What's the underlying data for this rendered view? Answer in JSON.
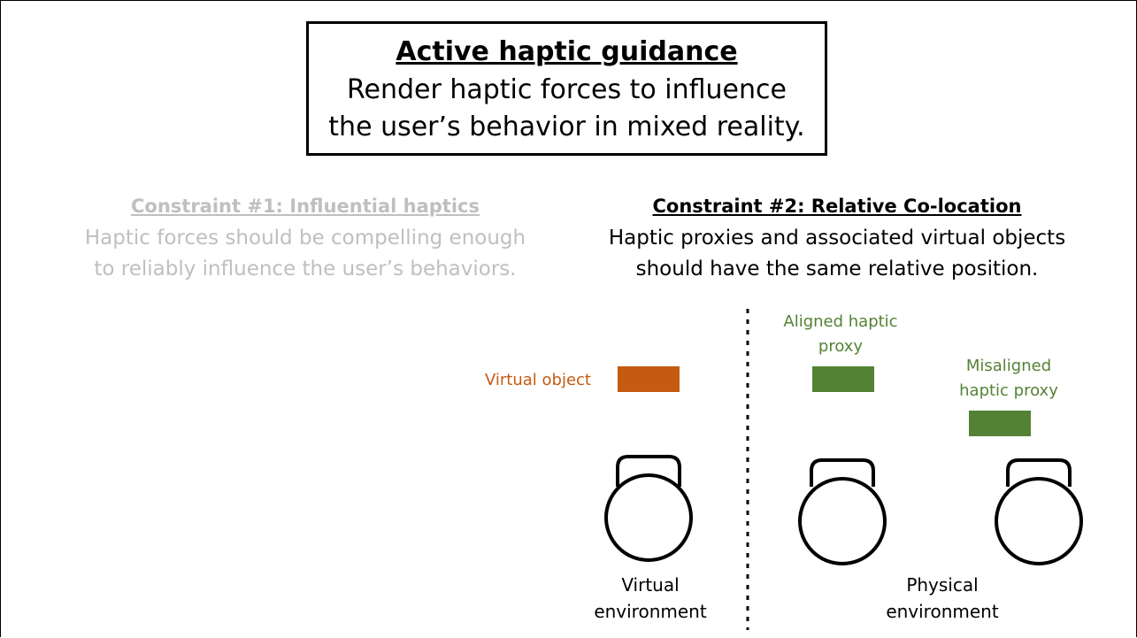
{
  "title_box": {
    "heading": "Active haptic guidance",
    "line1": "Render haptic forces to influence",
    "line2": "the user’s behavior in mixed reality."
  },
  "constraint1": {
    "title": "Constraint #1: Influential haptics",
    "line1": "Haptic forces should be compelling enough",
    "line2": "to reliably influence the user’s behaviors.",
    "color": "#bfbfbf"
  },
  "constraint2": {
    "title": "Constraint #2: Relative Co-location",
    "line1": "Haptic proxies and associated virtual objects",
    "line2": "should have the same relative position.",
    "color": "#000000"
  },
  "labels": {
    "virtual_object": "Virtual object",
    "aligned_line1": "Aligned haptic",
    "aligned_line2": "proxy",
    "misaligned_line1": "Misaligned",
    "misaligned_line2": "haptic proxy",
    "virtual_env_line1": "Virtual",
    "virtual_env_line2": "environment",
    "physical_env_line1": "Physical",
    "physical_env_line2": "environment"
  },
  "colors": {
    "virtual_object": "#c55a11",
    "haptic_proxy": "#548235"
  },
  "icons": [
    "user-head-icon",
    "user-head-icon",
    "user-head-icon"
  ]
}
